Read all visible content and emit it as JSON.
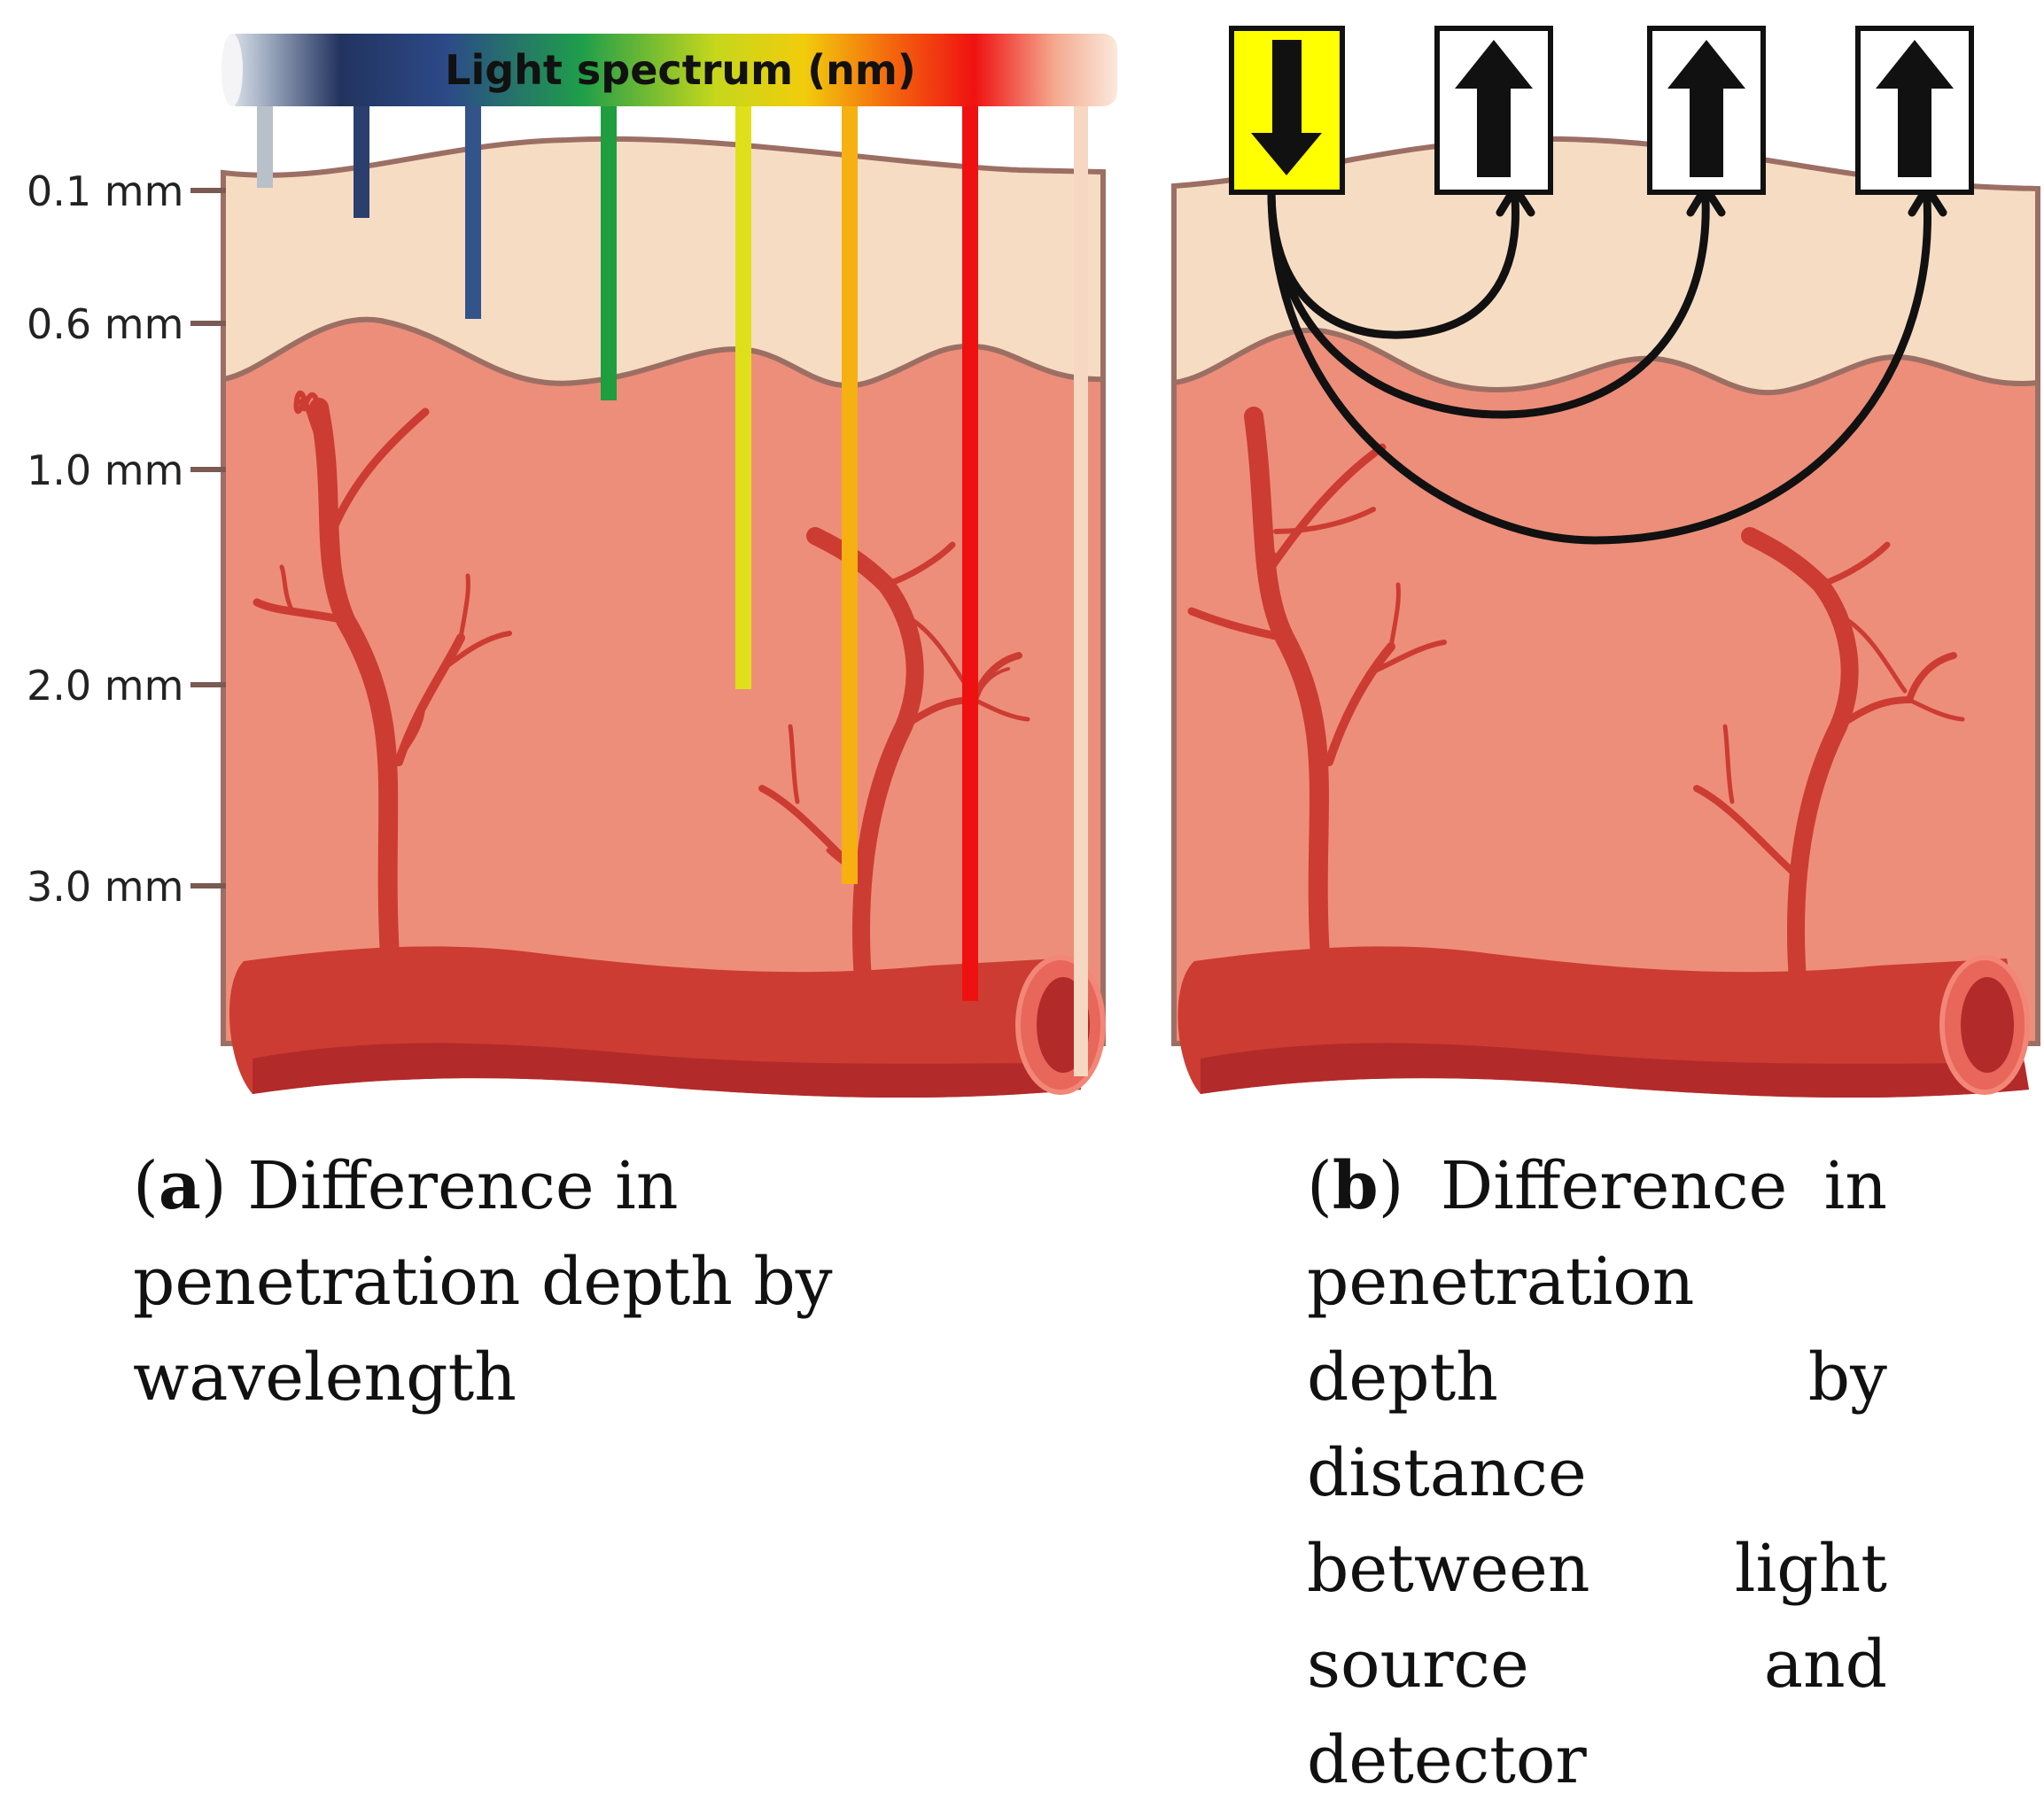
{
  "panel_a": {
    "spectrum_title": "Light spectrum (nm)",
    "depth_labels": [
      "0.1 mm",
      "0.6 mm",
      "1.0 mm",
      "2.0 mm",
      "3.0 mm"
    ],
    "beam_colors": [
      "#b8c0c9",
      "#2a3f6e",
      "#33538b",
      "#1e9e3e",
      "#dfe019",
      "#f6b012",
      "#ef1111",
      "#f6d7c2"
    ],
    "caption": {
      "letter": "a",
      "text": "Difference in penetration depth by wavelength"
    }
  },
  "panel_b": {
    "source_icon": "down-arrow-icon",
    "detector_icon": "up-arrow-icon",
    "source_color": "#ffff00",
    "caption": {
      "letter": "b",
      "text": "Difference in penetration depth by distance between light source and detector"
    }
  },
  "colors": {
    "epidermis": "#f7dcc4",
    "dermis": "#ed8e7a",
    "outline": "#9c6f64",
    "vessel": "#cc3c32",
    "vessel_dark": "#b32a2a"
  }
}
